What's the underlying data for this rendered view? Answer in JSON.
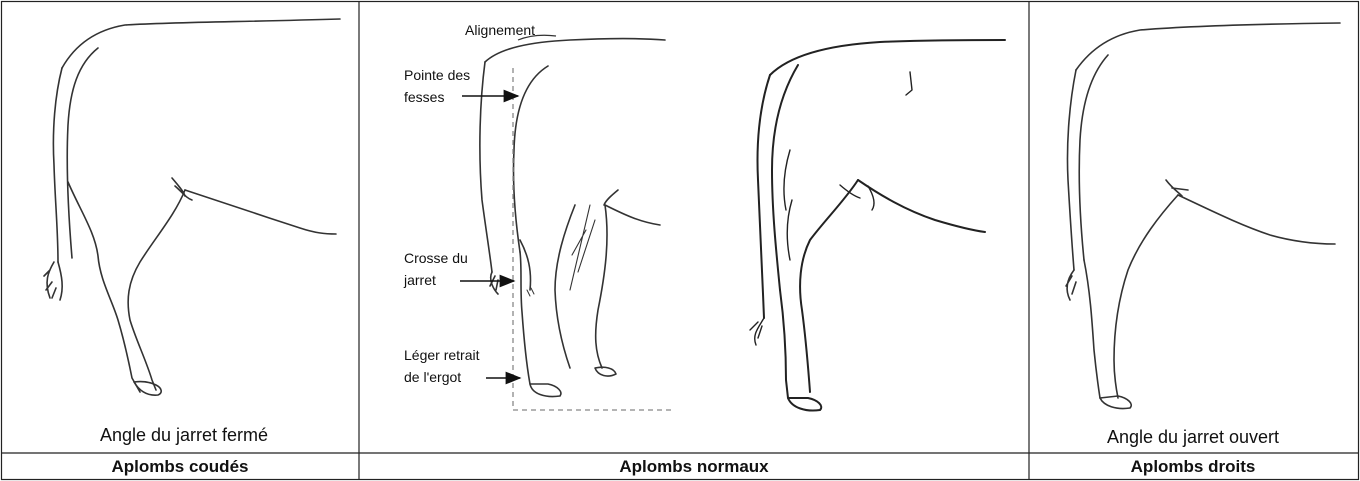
{
  "panels": [
    {
      "caption": "Angle du jarret fermé",
      "header": "Aplombs coudés"
    },
    {
      "header": "Aplombs normaux",
      "annotations": {
        "alignement": "Alignement",
        "pointe_line1": "Pointe des",
        "pointe_line2": "fesses",
        "crosse_line1": "Crosse du",
        "crosse_line2": "jarret",
        "leger_line1": "Léger retrait",
        "leger_line2": "de l'ergot"
      }
    },
    {
      "caption": "Angle du jarret ouvert",
      "header": "Aplombs droits"
    }
  ]
}
